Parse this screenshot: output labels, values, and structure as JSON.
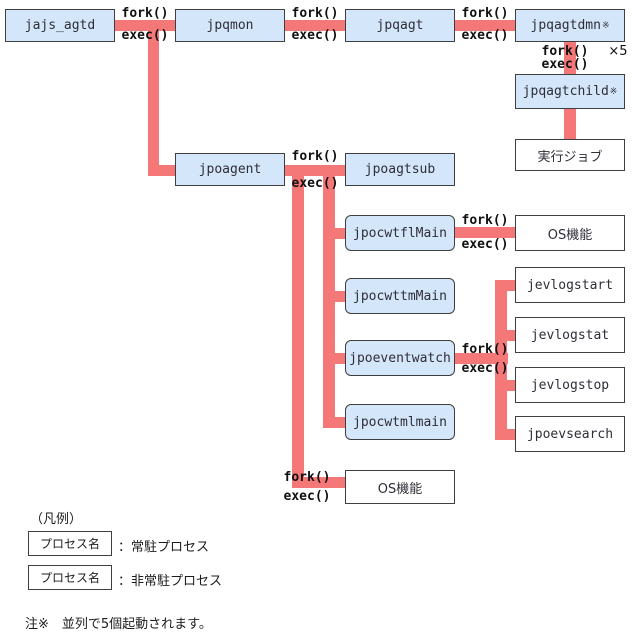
{
  "colors": {
    "resident_box_fill": "#d4e6f9",
    "box_border": "#3f3f3f",
    "connector": "#f47878",
    "text": "#2e2e38"
  },
  "labels": {
    "fork": "fork()",
    "exec": "exec()",
    "times5": "×5",
    "note_mark": "※"
  },
  "nodes": {
    "jajs_agtd": "jajs_agtd",
    "jpqmon": "jpqmon",
    "jpqagt": "jpqagt",
    "jpqagtdmn": "jpqagtdmn",
    "jpqagtchild": "jpqagtchild",
    "exec_job": "実行ジョブ",
    "jpoagent": "jpoagent",
    "jpoagtsub": "jpoagtsub",
    "jpocwtflMain": "jpocwtflMain",
    "os_kinou_top": "OS機能",
    "jpocwttmMain": "jpocwttmMain",
    "jpoeventwatch": "jpoeventwatch",
    "jpocwtmlmain": "jpocwtmlmain",
    "jevlogstart": "jevlogstart",
    "jevlogstat": "jevlogstat",
    "jevlogstop": "jevlogstop",
    "jpoevsearch": "jpoevsearch",
    "os_kinou_bottom": "OS機能"
  },
  "legend": {
    "title": "（凡例）",
    "process_box_resident": "プロセス名",
    "resident_label": "：常駐プロセス",
    "process_box_nonresident": "プロセス名",
    "nonresident_label": "：非常駐プロセス"
  },
  "note": "注※　並列で5個起動されます。"
}
